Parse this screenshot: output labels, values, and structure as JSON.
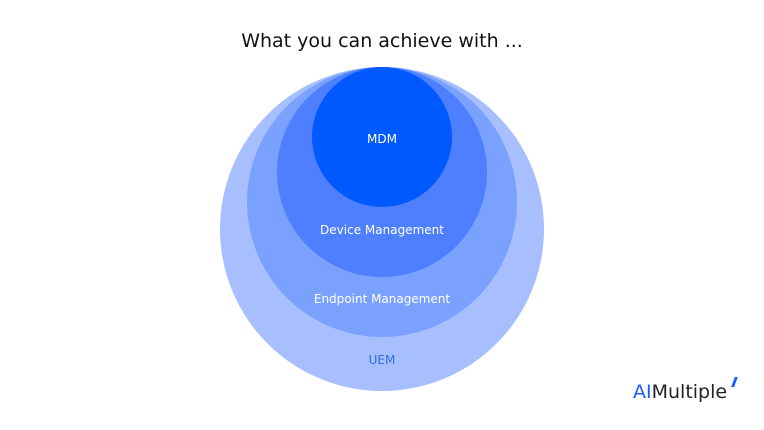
{
  "title": "What you can achieve with ...",
  "circles": [
    {
      "label": "UEM",
      "color": "#a8bfff",
      "text_color": "#2f6de0"
    },
    {
      "label": "Endpoint Management",
      "color": "#7ba1ff",
      "text_color": "#ffffff"
    },
    {
      "label": "Device Management",
      "color": "#4d7fff",
      "text_color": "#ffffff"
    },
    {
      "label": "MDM",
      "color": "#0059ff",
      "text_color": "#ffffff"
    }
  ],
  "logo": {
    "prefix": "AI",
    "suffix": "Multiple"
  }
}
